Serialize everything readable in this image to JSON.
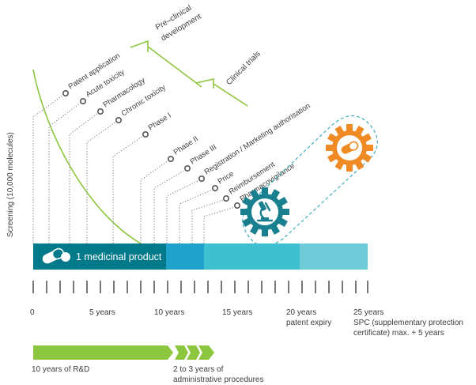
{
  "y_axis_label": "Screening (10,000 molecules)",
  "brackets": {
    "preclinical": {
      "line1": "Pre–clinical",
      "line2": "development"
    },
    "clinical": "Clinical trials"
  },
  "milestones": [
    {
      "label": "Patent application"
    },
    {
      "label": "Acute toxicity"
    },
    {
      "label": "Pharmacology"
    },
    {
      "label": "Chronic toxicity"
    },
    {
      "label": "Phase I"
    },
    {
      "label": "Phase II"
    },
    {
      "label": "Phase III"
    },
    {
      "label": "Registration / Marketing authorisation"
    },
    {
      "label": "Price"
    },
    {
      "label": "Reimbursement"
    },
    {
      "label": "Pharmacovigilance"
    }
  ],
  "product_bar": {
    "label": "1 medicinal product",
    "segment_colors": [
      "#007a8a",
      "#1fa3cc",
      "#3ec0d1",
      "#6fcbd8"
    ]
  },
  "timeline": {
    "ticks": [
      "0",
      "5 years",
      "10 years",
      "15 years"
    ],
    "tick_20": {
      "line1": "20 years",
      "line2": "patent expiry"
    },
    "tick_25": {
      "line1": "25 years",
      "line2": "SPC (supplementary protection",
      "line3": "certificate) max. + 5 years"
    }
  },
  "arrows": {
    "rd": "10 years of R&D",
    "admin": {
      "line1": "2 to 3 years of",
      "line2": "administrative procedures"
    }
  },
  "colors": {
    "green": "#8cc63f",
    "teal": "#1a7f8e",
    "orange": "#f08a24",
    "text": "#3c3c3c"
  },
  "icons": [
    "pill-icon",
    "microscope-gear-icon",
    "pill-gear-icon"
  ]
}
